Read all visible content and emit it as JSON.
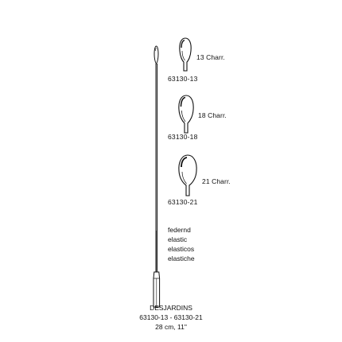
{
  "tips": [
    {
      "size": "13 Charr.",
      "code": "63130-13"
    },
    {
      "size": "18 Charr.",
      "code": "63130-18"
    },
    {
      "size": "21 Charr.",
      "code": "63130-21"
    }
  ],
  "properties": [
    "federnd",
    "elastic",
    "elasticos",
    "elastiche"
  ],
  "footer": {
    "name": "DESJARDINS",
    "range": "63130-13 - 63130-21",
    "length": "28 cm, 11\""
  },
  "icons": {
    "probe": "desjardins-probe-drawing",
    "tip": "olive-tip-drawing"
  }
}
